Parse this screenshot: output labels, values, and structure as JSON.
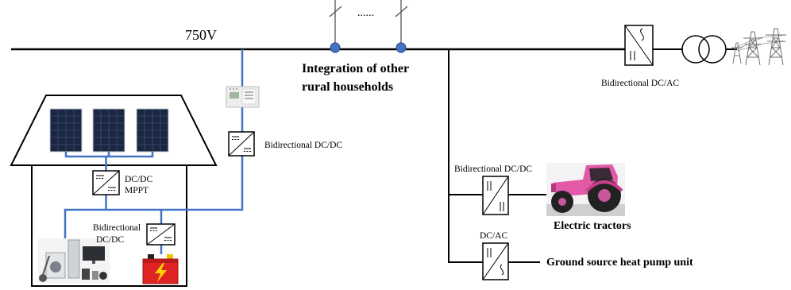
{
  "colors": {
    "bus_line": "#000000",
    "household_feeder": "#4472C4",
    "connection_node": "#4472C4"
  },
  "dc_bus": {
    "voltage_label": "750V"
  },
  "other_households": {
    "ellipsis": "......",
    "label_line1": "Integration of other",
    "label_line2": "rural households"
  },
  "household": {
    "pv_converter": {
      "line1": "DC/DC",
      "line2": "MPPT"
    },
    "storage_converter": {
      "line1": "Bidirectional",
      "line2": "DC/DC"
    },
    "bus_converter": {
      "label": "Bidirectional DC/DC"
    }
  },
  "tractor_branch": {
    "converter_label": "Bidirectional DC/DC",
    "load_label": "Electric tractors"
  },
  "heat_pump_branch": {
    "converter_label": "DC/AC",
    "load_label": "Ground source heat pump unit"
  },
  "grid_interface": {
    "converter_label": "Bidirectional DC/AC"
  },
  "icons": [
    "solar-panel-icon",
    "smart-meter-icon",
    "household-appliances-icon",
    "battery-icon",
    "electric-tractor-icon",
    "transformer-icon",
    "power-tower-icon",
    "converter-icon"
  ]
}
